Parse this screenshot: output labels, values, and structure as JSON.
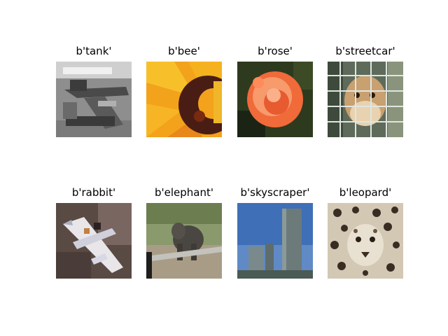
{
  "figure": {
    "images": [
      {
        "title": "b'tank'",
        "subject": "tank photo (grayscale)"
      },
      {
        "title": "b'bee'",
        "subject": "sunflower close-up"
      },
      {
        "title": "b'rose'",
        "subject": "orange rose"
      },
      {
        "title": "b'streetcar'",
        "subject": "hamster in cage"
      },
      {
        "title": "b'rabbit'",
        "subject": "model airplane"
      },
      {
        "title": "b'elephant'",
        "subject": "elephant in enclosure"
      },
      {
        "title": "b'skyscraper'",
        "subject": "skyscrapers against sky"
      },
      {
        "title": "b'leopard'",
        "subject": "leopard face"
      }
    ]
  }
}
